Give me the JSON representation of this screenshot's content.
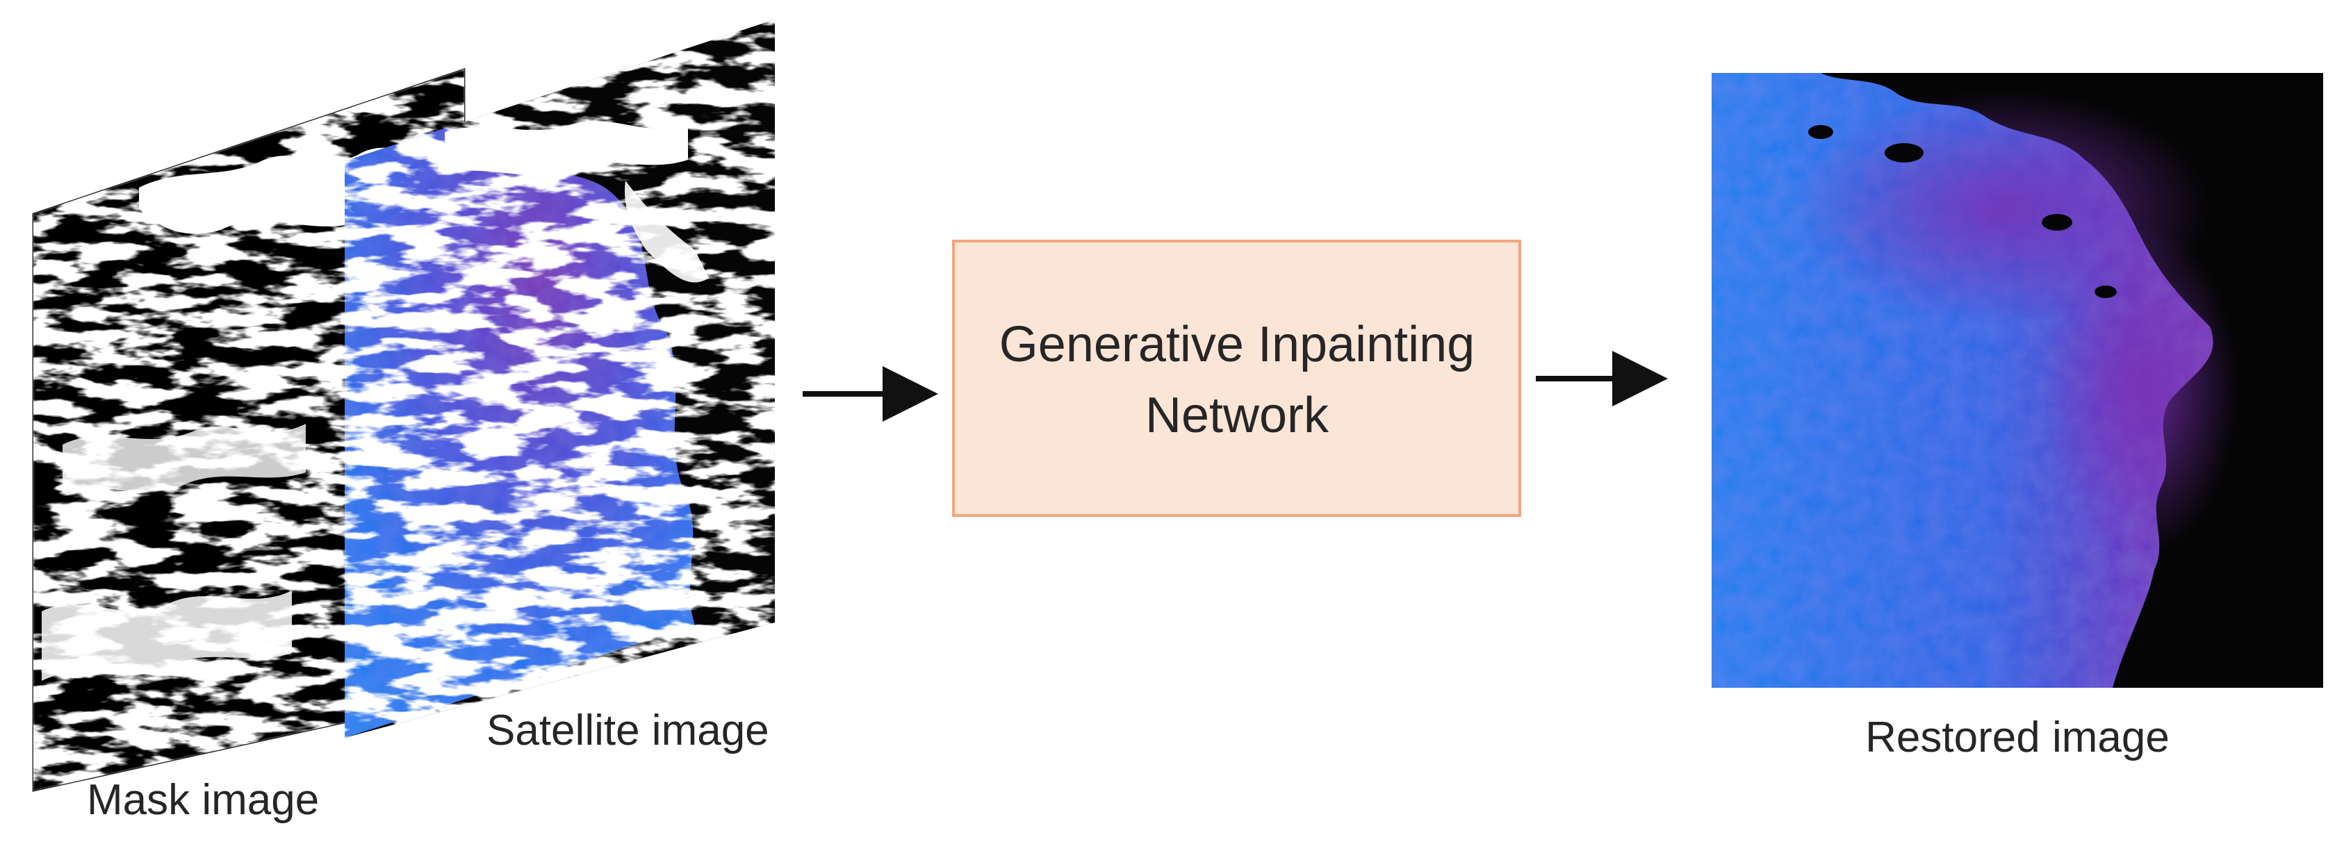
{
  "inputs": {
    "mask_label": "Mask image",
    "satellite_label": "Satellite image"
  },
  "network": {
    "label_line1": "Generative Inpainting",
    "label_line2": "Network",
    "fill": "#fbe5d6",
    "stroke": "#f4a57f"
  },
  "output": {
    "restored_label": "Restored image"
  },
  "colors": {
    "ocean_blue": "#1a7ff0",
    "ocean_purple": "#7a2fb4",
    "land_black": "#050505",
    "cloud_white": "#ffffff",
    "arrow": "#111111"
  }
}
